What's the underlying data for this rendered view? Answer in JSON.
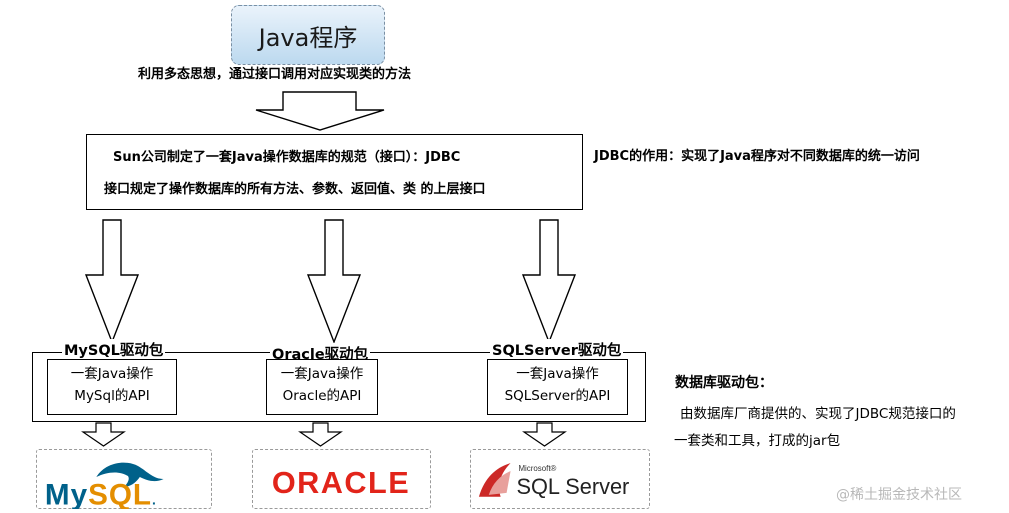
{
  "java_program": "Java程序",
  "polymorphism_note": "利用多态思想，通过接口调用对应实现类的方法",
  "jdbc_spec": {
    "line1": "Sun公司制定了一套Java操作数据库的规范（接口）：JDBC",
    "line2": "接口规定了操作数据库的所有方法、参数、返回值、类 的上层接口"
  },
  "jdbc_role": "JDBC的作用：实现了Java程序对不同数据库的统一访问",
  "drivers": [
    {
      "label": "MySQL驱动包",
      "api_line1": "一套Java操作",
      "api_line2": "MySql的API",
      "logo": "MySQL."
    },
    {
      "label": "Oracle驱动包",
      "api_line1": "一套Java操作",
      "api_line2": "Oracle的API",
      "logo": "ORACLE"
    },
    {
      "label": "SQLServer驱动包",
      "api_line1": "一套Java操作",
      "api_line2": "SQLServer的API",
      "logo_small": "Microsoft®",
      "logo": "SQL Server"
    }
  ],
  "driver_package": {
    "title": "数据库驱动包：",
    "desc_line1": "由数据库厂商提供的、实现了JDBC规范接口的",
    "desc_line2": "一套类和工具，打成的jar包"
  },
  "watermark": "@稀土掘金技术社区",
  "colors": {
    "mysql_blue": "#00618a",
    "mysql_orange": "#e48e00",
    "oracle_red": "#e2241a",
    "sqlserver_red": "#cc2927"
  }
}
